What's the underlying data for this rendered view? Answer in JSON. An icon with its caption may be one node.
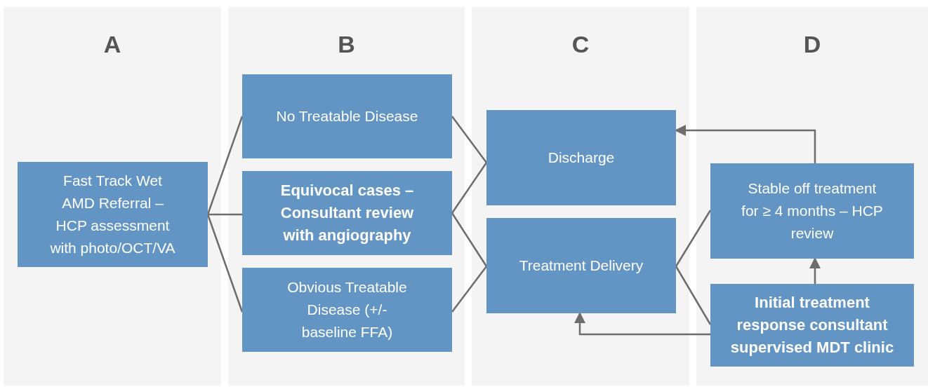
{
  "diagram": {
    "nodes": [
      {
        "text": [
          "A"
        ]
      },
      {
        "text": [
          "Fast Track Wet AMD Referral – HCP assessment with photo/OCT/VA"
        ],
        "in": 0
      },
      {
        "text": [
          "B"
        ]
      },
      {
        "text": [
          "No Treatable Disease"
        ],
        "in": 2
      },
      {
        "text": [
          "Equivocal cases – Consultant review with angiography"
        ],
        "in": 2
      },
      {
        "text": [
          "Obvious Treatable Disease (+/- baseline FFA)"
        ],
        "in": 2
      },
      {
        "text": [
          "C"
        ]
      },
      {
        "text": [
          "Discharge"
        ],
        "in": 6
      },
      {
        "text": [
          "Treatment Delivery"
        ],
        "in": 6
      },
      {
        "text": [
          "D"
        ]
      },
      {
        "text": [
          "Stable off treatment for ≥ 4 months – HCP review"
        ],
        "in": 9
      },
      {
        "text": [
          "Initial treatment response consultant supervised MDT clinic"
        ],
        "in": 9
      }
    ],
    "edges": [
      {
        "from": 1,
        "to": 3,
        "arrow": "none"
      },
      {
        "from": 1,
        "to": 4,
        "arrow": "none"
      },
      {
        "from": 1,
        "to": 5,
        "arrow": "none"
      },
      {
        "from": 3,
        "to": 7,
        "arrow": "none"
      },
      {
        "from": 4,
        "to": 7,
        "arrow": "none"
      },
      {
        "from": 4,
        "to": 8,
        "arrow": "none"
      },
      {
        "from": 5,
        "to": 8,
        "arrow": "none"
      },
      {
        "from": 8,
        "to": 10,
        "arrow": "none"
      },
      {
        "from": 8,
        "to": 11,
        "arrow": "none"
      },
      {
        "from": 10,
        "to": 7,
        "arrow": "to"
      },
      {
        "from": 11,
        "to": 10,
        "arrow": "to"
      },
      {
        "from": 11,
        "to": 8,
        "arrow": "to"
      }
    ]
  }
}
